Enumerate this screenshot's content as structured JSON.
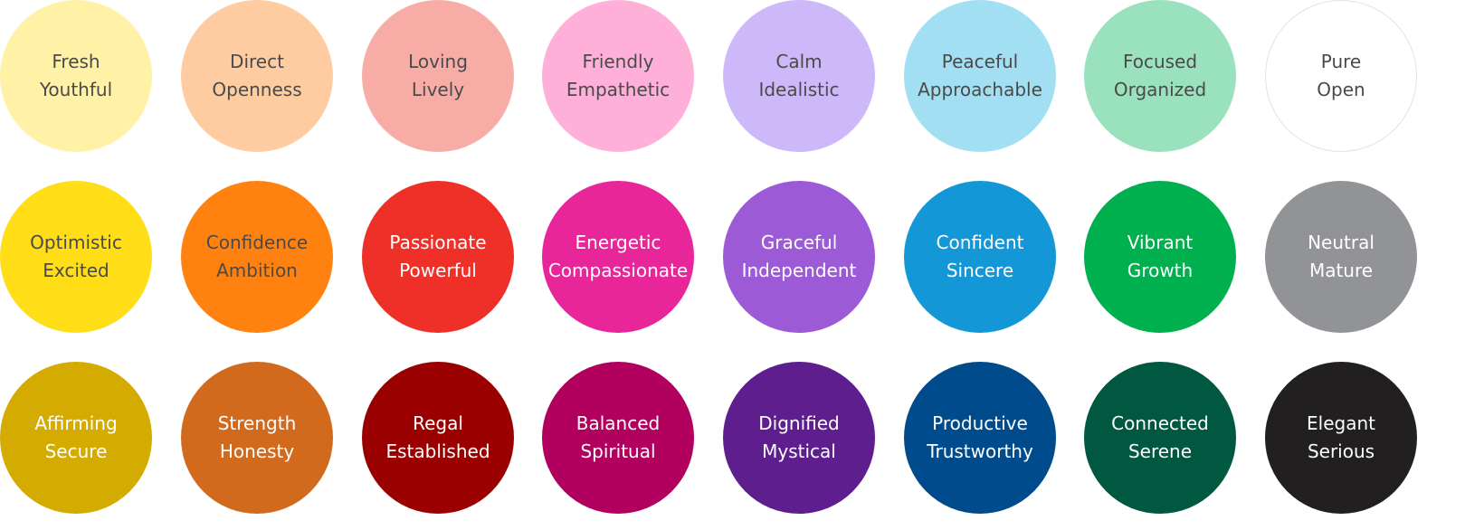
{
  "rows": [
    [
      {
        "lines": [
          "Fresh",
          "Youthful"
        ],
        "color": "#FFF2A6",
        "text_color": "#4a4a4a"
      },
      {
        "lines": [
          "Direct",
          "Openness"
        ],
        "color": "#FFCBA0",
        "text_color": "#4a4a4a"
      },
      {
        "lines": [
          "Loving",
          "Lively"
        ],
        "color": "#F7ADA6",
        "text_color": "#4a4a4a"
      },
      {
        "lines": [
          "Friendly",
          "Empathetic"
        ],
        "color": "#FFB0D9",
        "text_color": "#4a4a4a"
      },
      {
        "lines": [
          "Calm",
          "Idealistic"
        ],
        "color": "#CDB8FA",
        "text_color": "#4a4a4a"
      },
      {
        "lines": [
          "Peaceful",
          "Approachable"
        ],
        "color": "#A3DFF2",
        "text_color": "#4a4a4a"
      },
      {
        "lines": [
          "Focused",
          "Organized"
        ],
        "color": "#9AE2BE",
        "text_color": "#4a4a4a"
      },
      {
        "lines": [
          "Pure",
          "Open"
        ],
        "color": "#FFFFFF",
        "text_color": "#4a4a4a",
        "outlined": true
      }
    ],
    [
      {
        "lines": [
          "Optimistic",
          "Excited"
        ],
        "color": "#FFDD17",
        "text_color": "#4a4a4a"
      },
      {
        "lines": [
          "Confidence",
          "Ambition"
        ],
        "color": "#FF8210",
        "text_color": "#4a4a4a"
      },
      {
        "lines": [
          "Passionate",
          "Powerful"
        ],
        "color": "#EE3029",
        "text_color": "#ffffff"
      },
      {
        "lines": [
          "Energetic",
          "Compassionate"
        ],
        "color": "#E9259A",
        "text_color": "#ffffff"
      },
      {
        "lines": [
          "Graceful",
          "Independent"
        ],
        "color": "#9C5AD6",
        "text_color": "#ffffff"
      },
      {
        "lines": [
          "Confident",
          "Sincere"
        ],
        "color": "#1397D6",
        "text_color": "#ffffff"
      },
      {
        "lines": [
          "Vibrant",
          "Growth"
        ],
        "color": "#00B04E",
        "text_color": "#ffffff"
      },
      {
        "lines": [
          "Neutral",
          "Mature"
        ],
        "color": "#929396",
        "text_color": "#ffffff"
      }
    ],
    [
      {
        "lines": [
          "Affirming",
          "Secure"
        ],
        "color": "#D4AB00",
        "text_color": "#ffffff"
      },
      {
        "lines": [
          "Strength",
          "Honesty"
        ],
        "color": "#D26A1D",
        "text_color": "#ffffff"
      },
      {
        "lines": [
          "Regal",
          "Established"
        ],
        "color": "#9A0000",
        "text_color": "#ffffff"
      },
      {
        "lines": [
          "Balanced",
          "Spiritual"
        ],
        "color": "#B2005E",
        "text_color": "#ffffff"
      },
      {
        "lines": [
          "Dignified",
          "Mystical"
        ],
        "color": "#5E1E8E",
        "text_color": "#ffffff"
      },
      {
        "lines": [
          "Productive",
          "Trustworthy"
        ],
        "color": "#004B8B",
        "text_color": "#ffffff"
      },
      {
        "lines": [
          "Connected",
          "Serene"
        ],
        "color": "#005841",
        "text_color": "#ffffff"
      },
      {
        "lines": [
          "Elegant",
          "Serious"
        ],
        "color": "#211F20",
        "text_color": "#ffffff"
      }
    ]
  ]
}
